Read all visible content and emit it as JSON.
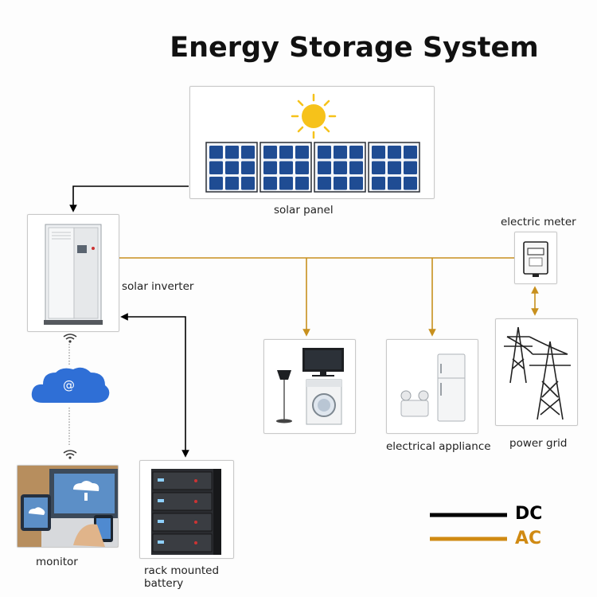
{
  "title": "Energy Storage System",
  "labels": {
    "solar_panel": "solar panel",
    "solar_inverter": "solar inverter",
    "electric_meter": "electric meter",
    "electrical_appliance": "electrical appliance",
    "power_grid": "power grid",
    "monitor": "monitor",
    "rack_battery_line1": "rack mounted",
    "rack_battery_line2": "battery"
  },
  "cloud_symbol": "@",
  "legend": [
    {
      "label": "DC",
      "color": "#000000"
    },
    {
      "label": "AC",
      "color": "#d08a13"
    }
  ],
  "colors": {
    "dc": "#000000",
    "ac": "#c8901e",
    "sun": "#f6c21a",
    "cloud": "#2f6fd6",
    "panel_cell": "#1f4c93"
  },
  "icons": [
    "sun-icon",
    "solar-cell-icon",
    "inverter-cabinet-icon",
    "wifi-icon",
    "cloud-icon",
    "meter-icon",
    "tv-icon",
    "lamp-icon",
    "washing-machine-icon",
    "fridge-icon",
    "transmission-tower-icon",
    "battery-rack-icon",
    "laptop-icon",
    "phone-icon"
  ]
}
